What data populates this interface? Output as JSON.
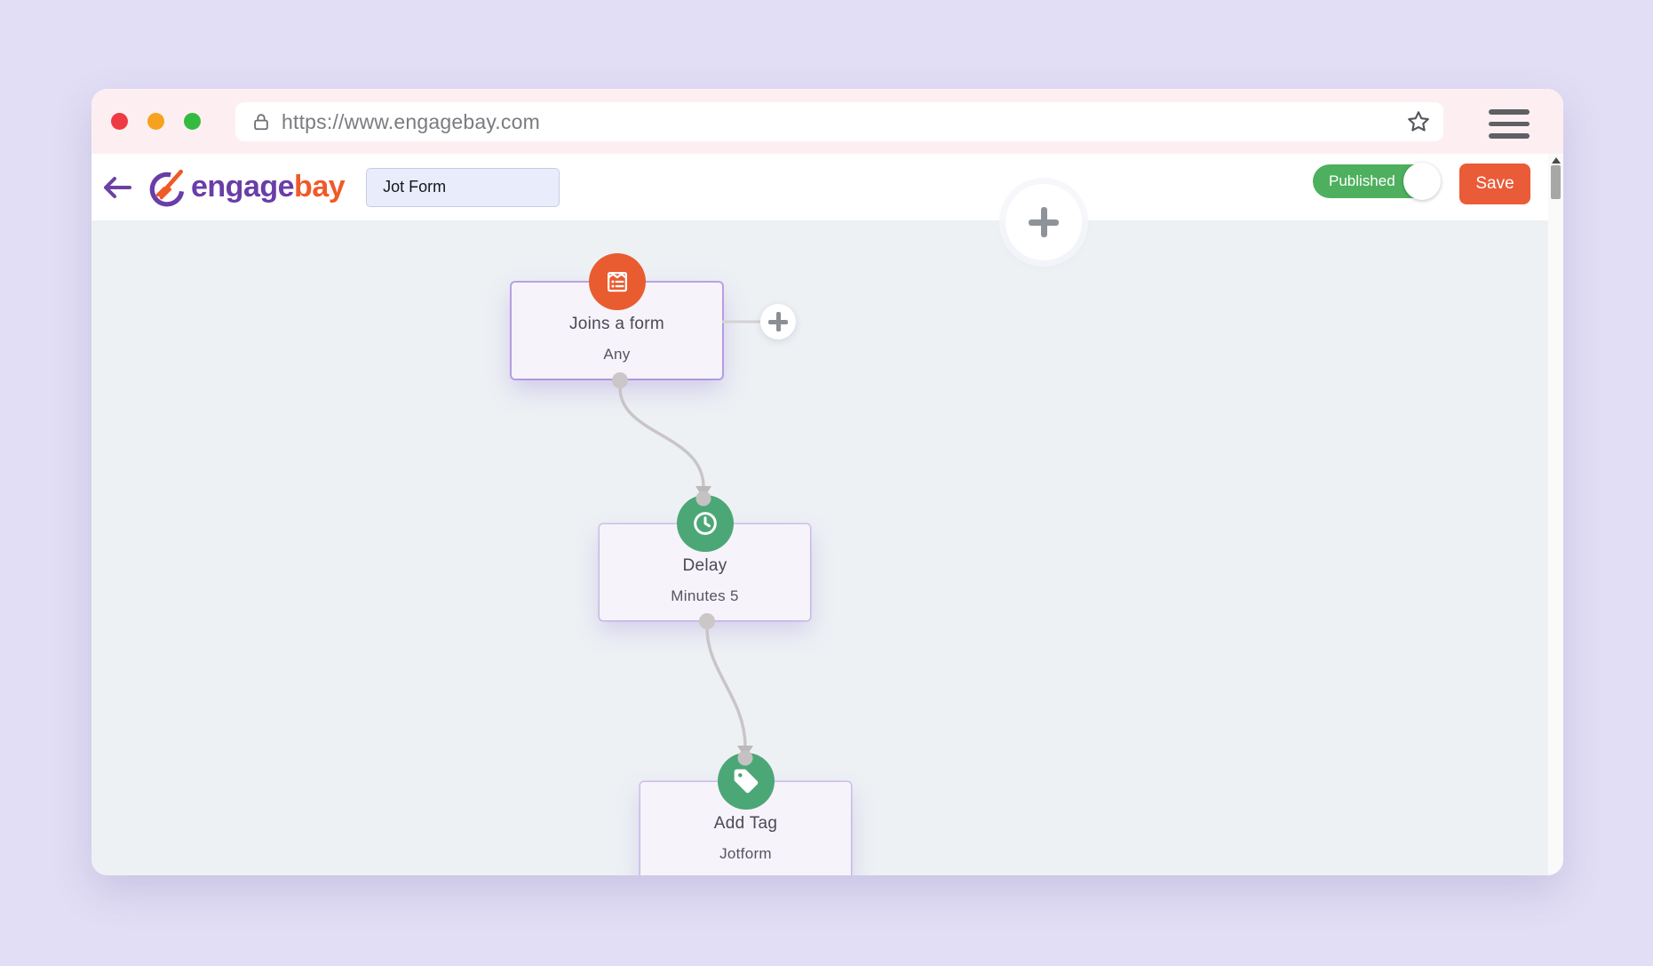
{
  "browser": {
    "url": "https://www.engagebay.com",
    "window_controls": [
      "close",
      "minimize",
      "maximize"
    ]
  },
  "app_header": {
    "logo_engage": "engage",
    "logo_bay": "bay",
    "workflow_name": "Jot Form",
    "published_label": "Published",
    "published_state": "on",
    "save_label": "Save"
  },
  "workflow": {
    "nodes": [
      {
        "title": "Joins a form",
        "subtitle": "Any",
        "icon": "form-icon",
        "color": "#e85c30"
      },
      {
        "title": "Delay",
        "subtitle": "Minutes 5",
        "icon": "clock-icon",
        "color": "#4ca777"
      },
      {
        "title": "Add Tag",
        "subtitle": "Jotform",
        "icon": "tag-icon",
        "color": "#4ca777"
      }
    ]
  },
  "colors": {
    "page_background": "#e2def5",
    "chrome_pink": "#fdeff1",
    "canvas_background": "#edf1f4",
    "brand_purple": "#6a3da8",
    "brand_orange": "#f05a28",
    "node_orange": "#e85c30",
    "node_green": "#4ca777",
    "published_green": "#4eb05e",
    "save_orange": "#ea5b38",
    "connector_gray": "#c9c5c7"
  }
}
